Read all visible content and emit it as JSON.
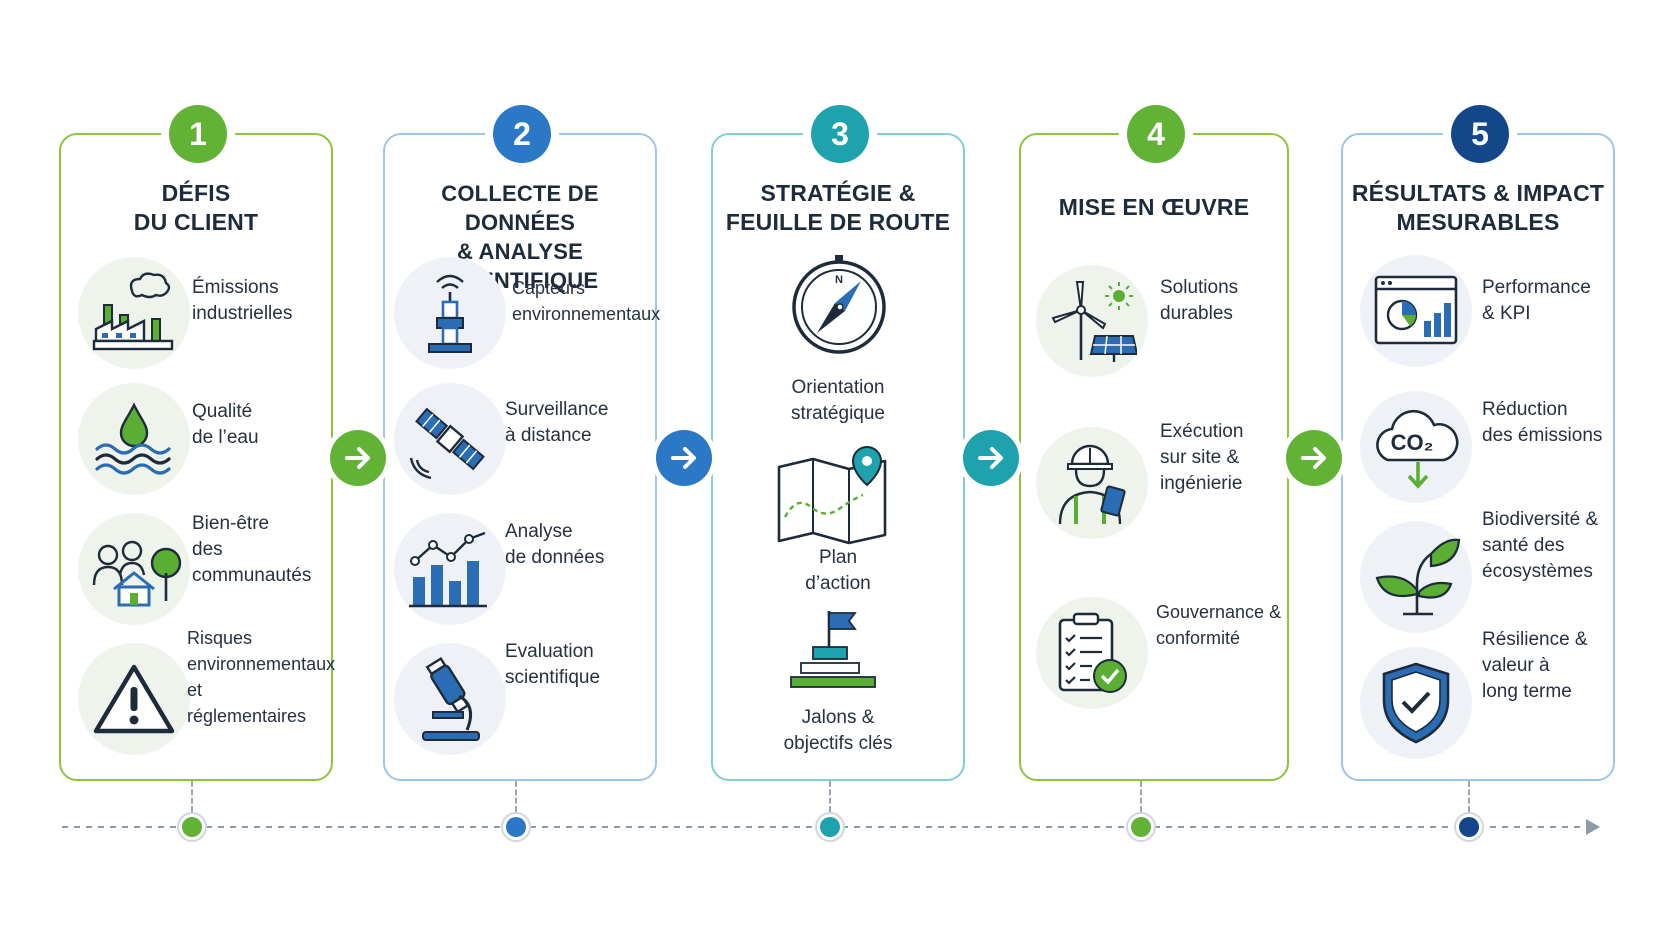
{
  "colors": {
    "green": "#62b236",
    "blue": "#2b78c6",
    "teal": "#1ea2ad",
    "navy": "#14478a",
    "icon_dark": "#1d2b3a",
    "icon_blue": "#2a6db5",
    "icon_green": "#5aae34"
  },
  "steps": [
    {
      "number": "1",
      "title": [
        "DÉFIS",
        "DU CLIENT"
      ],
      "items": [
        {
          "icon": "factory-icon",
          "label": [
            "Émissions",
            "industrielles"
          ]
        },
        {
          "icon": "water-drop-icon",
          "label": [
            "Qualité",
            "de l’eau"
          ]
        },
        {
          "icon": "community-icon",
          "label": [
            "Bien-être",
            "des",
            "communautés"
          ]
        },
        {
          "icon": "warning-icon",
          "label": [
            "Risques",
            "environnementaux",
            "et",
            "réglementaires"
          ]
        }
      ]
    },
    {
      "number": "2",
      "title": [
        "COLLECTE DE DONNÉES",
        "& ANALYSE SCIENTIFIQUE"
      ],
      "items": [
        {
          "icon": "sensor-icon",
          "label": [
            "Capteurs",
            "environnementaux"
          ]
        },
        {
          "icon": "satellite-icon",
          "label": [
            "Surveillance",
            "à distance"
          ]
        },
        {
          "icon": "analytics-chart-icon",
          "label": [
            "Analyse",
            "de données"
          ]
        },
        {
          "icon": "microscope-icon",
          "label": [
            "Evaluation",
            "scientifique"
          ]
        }
      ]
    },
    {
      "number": "3",
      "title": [
        "STRATÉGIE &",
        "FEUILLE DE ROUTE"
      ],
      "items": [
        {
          "icon": "compass-icon",
          "label": [
            "Orientation",
            "stratégique"
          ]
        },
        {
          "icon": "map-icon",
          "label": [
            "Plan",
            "d’action"
          ]
        },
        {
          "icon": "milestone-flag-icon",
          "label": [
            "Jalons &",
            "objectifs clés"
          ]
        }
      ]
    },
    {
      "number": "4",
      "title": [
        "MISE EN ŒUVRE"
      ],
      "items": [
        {
          "icon": "renewable-energy-icon",
          "label": [
            "Solutions",
            "durables"
          ]
        },
        {
          "icon": "engineer-icon",
          "label": [
            "Exécution",
            "sur site &",
            "ingénierie"
          ]
        },
        {
          "icon": "checklist-icon",
          "label": [
            "Gouvernance &",
            "conformité"
          ]
        }
      ]
    },
    {
      "number": "5",
      "title": [
        "RÉSULTATS & IMPACT",
        "MESURABLES"
      ],
      "items": [
        {
          "icon": "dashboard-icon",
          "label": [
            "Performance",
            "& KPI"
          ]
        },
        {
          "icon": "co2-cloud-icon",
          "label": [
            "Réduction",
            "des émissions"
          ],
          "badge_text": "CO₂"
        },
        {
          "icon": "leaf-plant-icon",
          "label": [
            "Biodiversité &",
            "santé des",
            "écosystèmes"
          ]
        },
        {
          "icon": "shield-check-icon",
          "label": [
            "Résilience &",
            "valeur à",
            "long terme"
          ]
        }
      ]
    }
  ],
  "compass_letter": "N"
}
